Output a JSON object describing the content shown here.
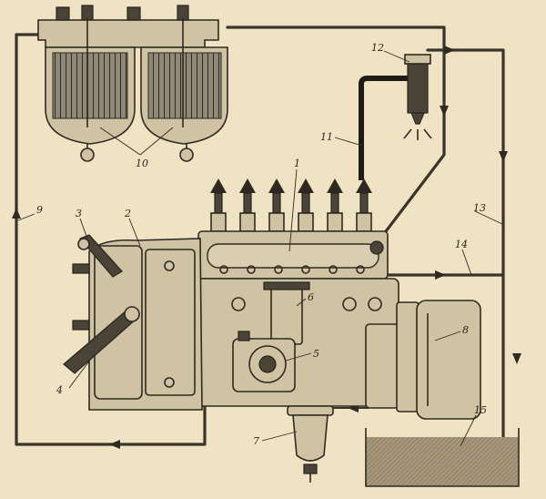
{
  "callouts": {
    "c1": "1",
    "c2": "2",
    "c3": "3",
    "c4": "4",
    "c5": "5",
    "c6": "6",
    "c7": "7",
    "c8": "8",
    "c9": "9",
    "c10": "10",
    "c11": "11",
    "c12": "12",
    "c13": "13",
    "c14": "14",
    "c15": "15"
  },
  "colors": {
    "paper": "#efe3c4",
    "ink": "#2f2a22",
    "fuel": "#a7977a"
  }
}
